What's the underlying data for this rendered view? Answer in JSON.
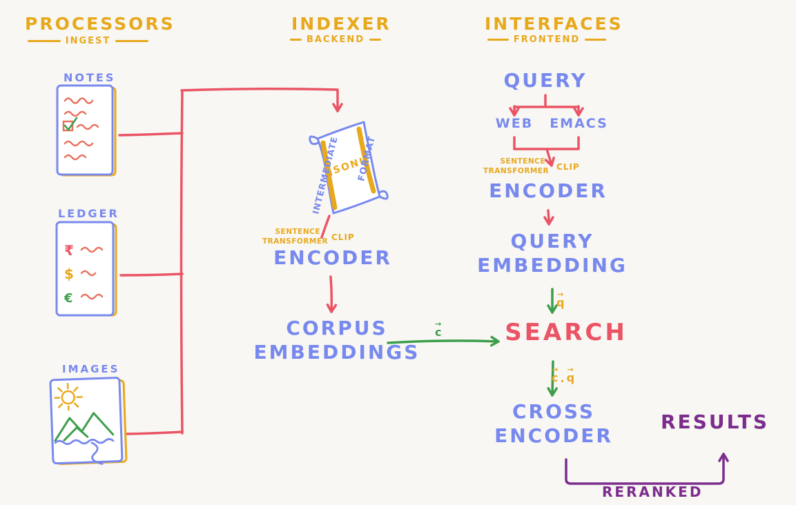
{
  "palette": {
    "background": "#f8f7f3",
    "yellow": "#e8a81c",
    "blue": "#7789ee",
    "red": "#ea5465",
    "salmon": "#e8715f",
    "green": "#3d9e4b",
    "purple": "#7b2c8c"
  },
  "headers": {
    "processors": {
      "title": "PROCESSORS",
      "subtitle": "INGEST"
    },
    "indexer": {
      "title": "INDEXER",
      "subtitle": "BACKEND"
    },
    "interfaces": {
      "title": "INTERFACES",
      "subtitle": "FRONTEND"
    }
  },
  "processors": {
    "notes": {
      "label": "NOTES"
    },
    "ledger": {
      "label": "LEDGER",
      "symbols": [
        "₹",
        "$",
        "€"
      ]
    },
    "images": {
      "label": "IMAGES"
    }
  },
  "indexer": {
    "scroll": {
      "left": "INTERMEDIATE",
      "center": "JSONL",
      "right": "FORMAT"
    },
    "model": {
      "line1": "SENTENCE",
      "line2": "TRANSFORMER",
      "alt": "CLIP"
    },
    "encoder": "ENCODER",
    "corpus": {
      "line1": "CORPUS",
      "line2": "EMBEDDINGS"
    }
  },
  "interfaces": {
    "query": "QUERY",
    "clients": {
      "web": "WEB",
      "emacs": "EMACS"
    },
    "model": {
      "line1": "SENTENCE",
      "line2": "TRANSFORMER",
      "alt": "CLIP"
    },
    "encoder": "ENCODER",
    "query_embedding": {
      "line1": "QUERY",
      "line2": "EMBEDDING"
    },
    "search": "SEARCH",
    "cross_encoder": {
      "line1": "CROSS",
      "line2": "ENCODER"
    },
    "results": "RESULTS",
    "reranked": "RERANKED"
  },
  "edge_labels": {
    "arrow": "→",
    "c": "c",
    "q": "q",
    "dot": "."
  }
}
